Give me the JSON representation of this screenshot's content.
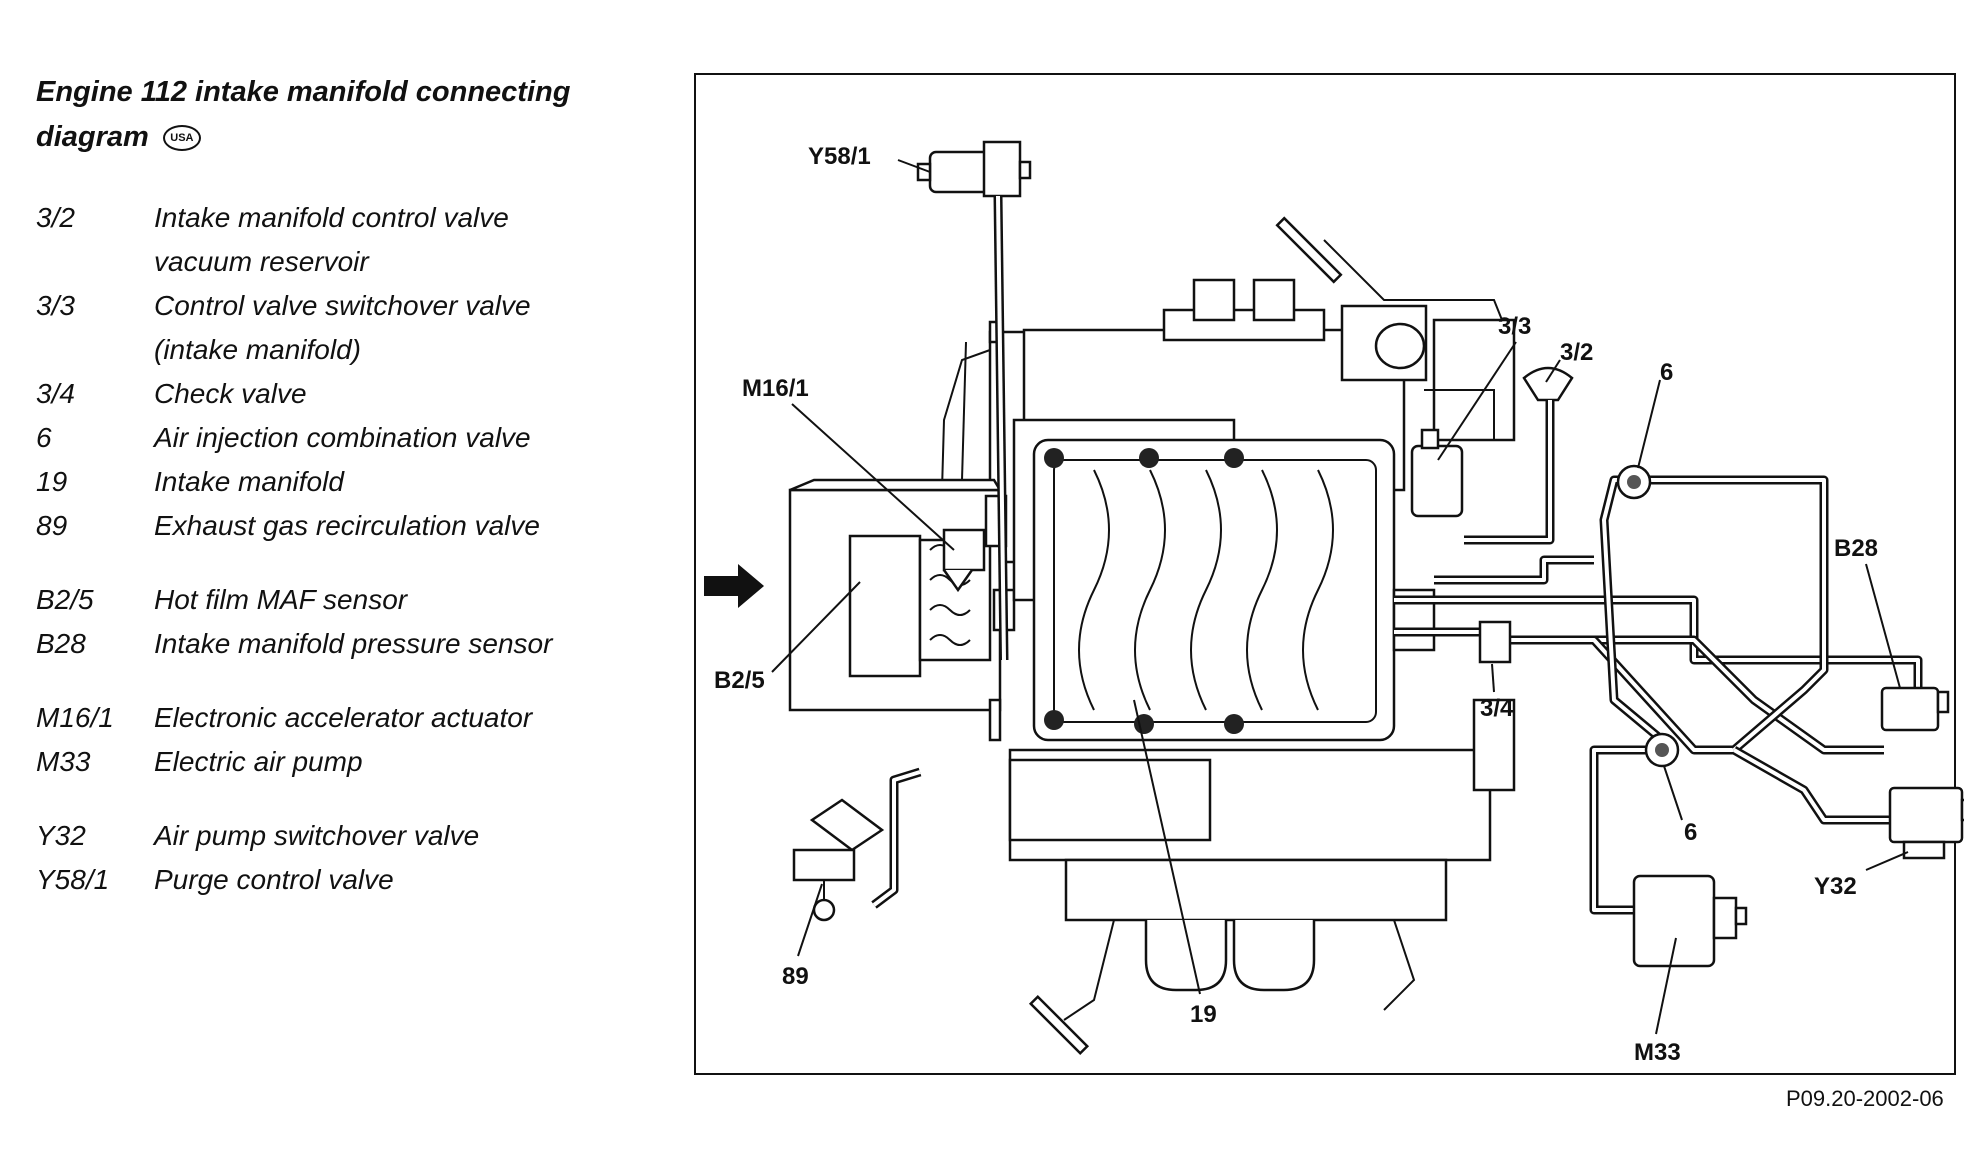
{
  "legend": {
    "title_line1": "Engine 112 intake manifold connecting",
    "title_line2": "diagram",
    "badge": "USA",
    "groups": [
      {
        "items": [
          {
            "code": "3/2",
            "desc": "Intake manifold control valve\nvacuum reservoir"
          },
          {
            "code": "3/3",
            "desc": "Control valve switchover valve\n(intake manifold)"
          },
          {
            "code": "3/4",
            "desc": "Check valve"
          },
          {
            "code": "6",
            "desc": "Air injection combination valve"
          },
          {
            "code": "19",
            "desc": "Intake manifold"
          },
          {
            "code": "89",
            "desc": "Exhaust gas recirculation valve"
          }
        ]
      },
      {
        "items": [
          {
            "code": "B2/5",
            "desc": "Hot film MAF sensor"
          },
          {
            "code": "B28",
            "desc": "Intake manifold pressure sensor"
          }
        ]
      },
      {
        "items": [
          {
            "code": "M16/1",
            "desc": "Electronic accelerator actuator"
          },
          {
            "code": "M33",
            "desc": "Electric air pump"
          }
        ]
      },
      {
        "items": [
          {
            "code": "Y32",
            "desc": "Air pump switchover valve"
          },
          {
            "code": "Y58/1",
            "desc": "Purge control valve"
          }
        ]
      }
    ]
  },
  "callouts": {
    "y58_1": "Y58/1",
    "m16_1": "M16/1",
    "c3_3": "3/3",
    "c3_2": "3/2",
    "c6_top": "6",
    "b28": "B28",
    "b2_5": "B2/5",
    "c3_4": "3/4",
    "c6_bottom": "6",
    "y32": "Y32",
    "c89": "89",
    "c19": "19",
    "m33": "M33"
  },
  "figure_code": "P09.20-2002-06"
}
